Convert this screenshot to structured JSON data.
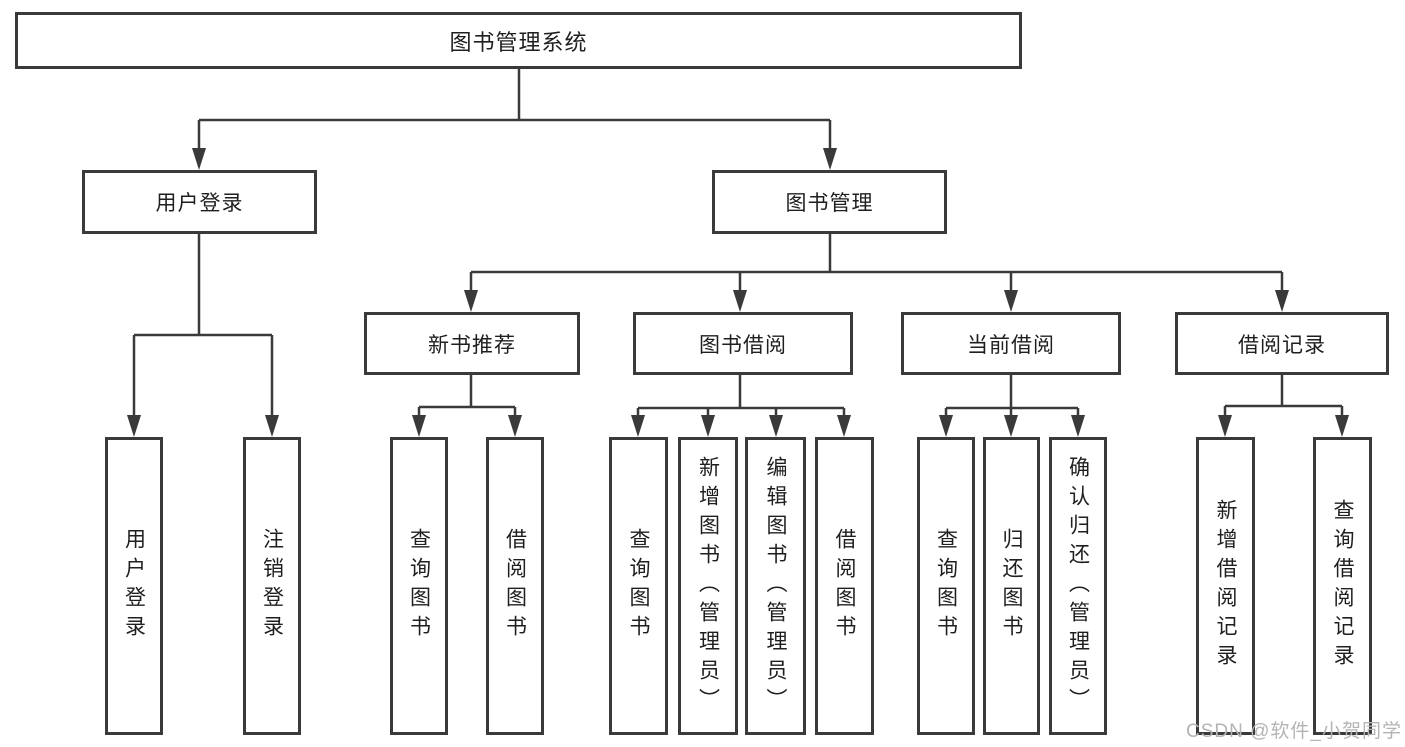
{
  "tree": {
    "label": "图书管理系统",
    "children": [
      {
        "label": "用户登录",
        "children": [
          {
            "label": "用户登录"
          },
          {
            "label": "注销登录"
          }
        ]
      },
      {
        "label": "图书管理",
        "children": [
          {
            "label": "新书推荐",
            "children": [
              {
                "label": "查询图书"
              },
              {
                "label": "借阅图书"
              }
            ]
          },
          {
            "label": "图书借阅",
            "children": [
              {
                "label": "查询图书"
              },
              {
                "label": "新增图书（管理员）"
              },
              {
                "label": "编辑图书（管理员）"
              },
              {
                "label": "借阅图书"
              }
            ]
          },
          {
            "label": "当前借阅",
            "children": [
              {
                "label": "查询图书"
              },
              {
                "label": "归还图书"
              },
              {
                "label": "确认归还（管理员）"
              }
            ]
          },
          {
            "label": "借阅记录",
            "children": [
              {
                "label": "新增借阅记录"
              },
              {
                "label": "查询借阅记录"
              }
            ]
          }
        ]
      }
    ]
  },
  "watermark": {
    "text": "CSDN @软件_小贺同学"
  },
  "colors": {
    "line": "#3a3a3a",
    "text": "#1f1f1f",
    "watermark": "#b4b4b4",
    "background": "#ffffff"
  }
}
